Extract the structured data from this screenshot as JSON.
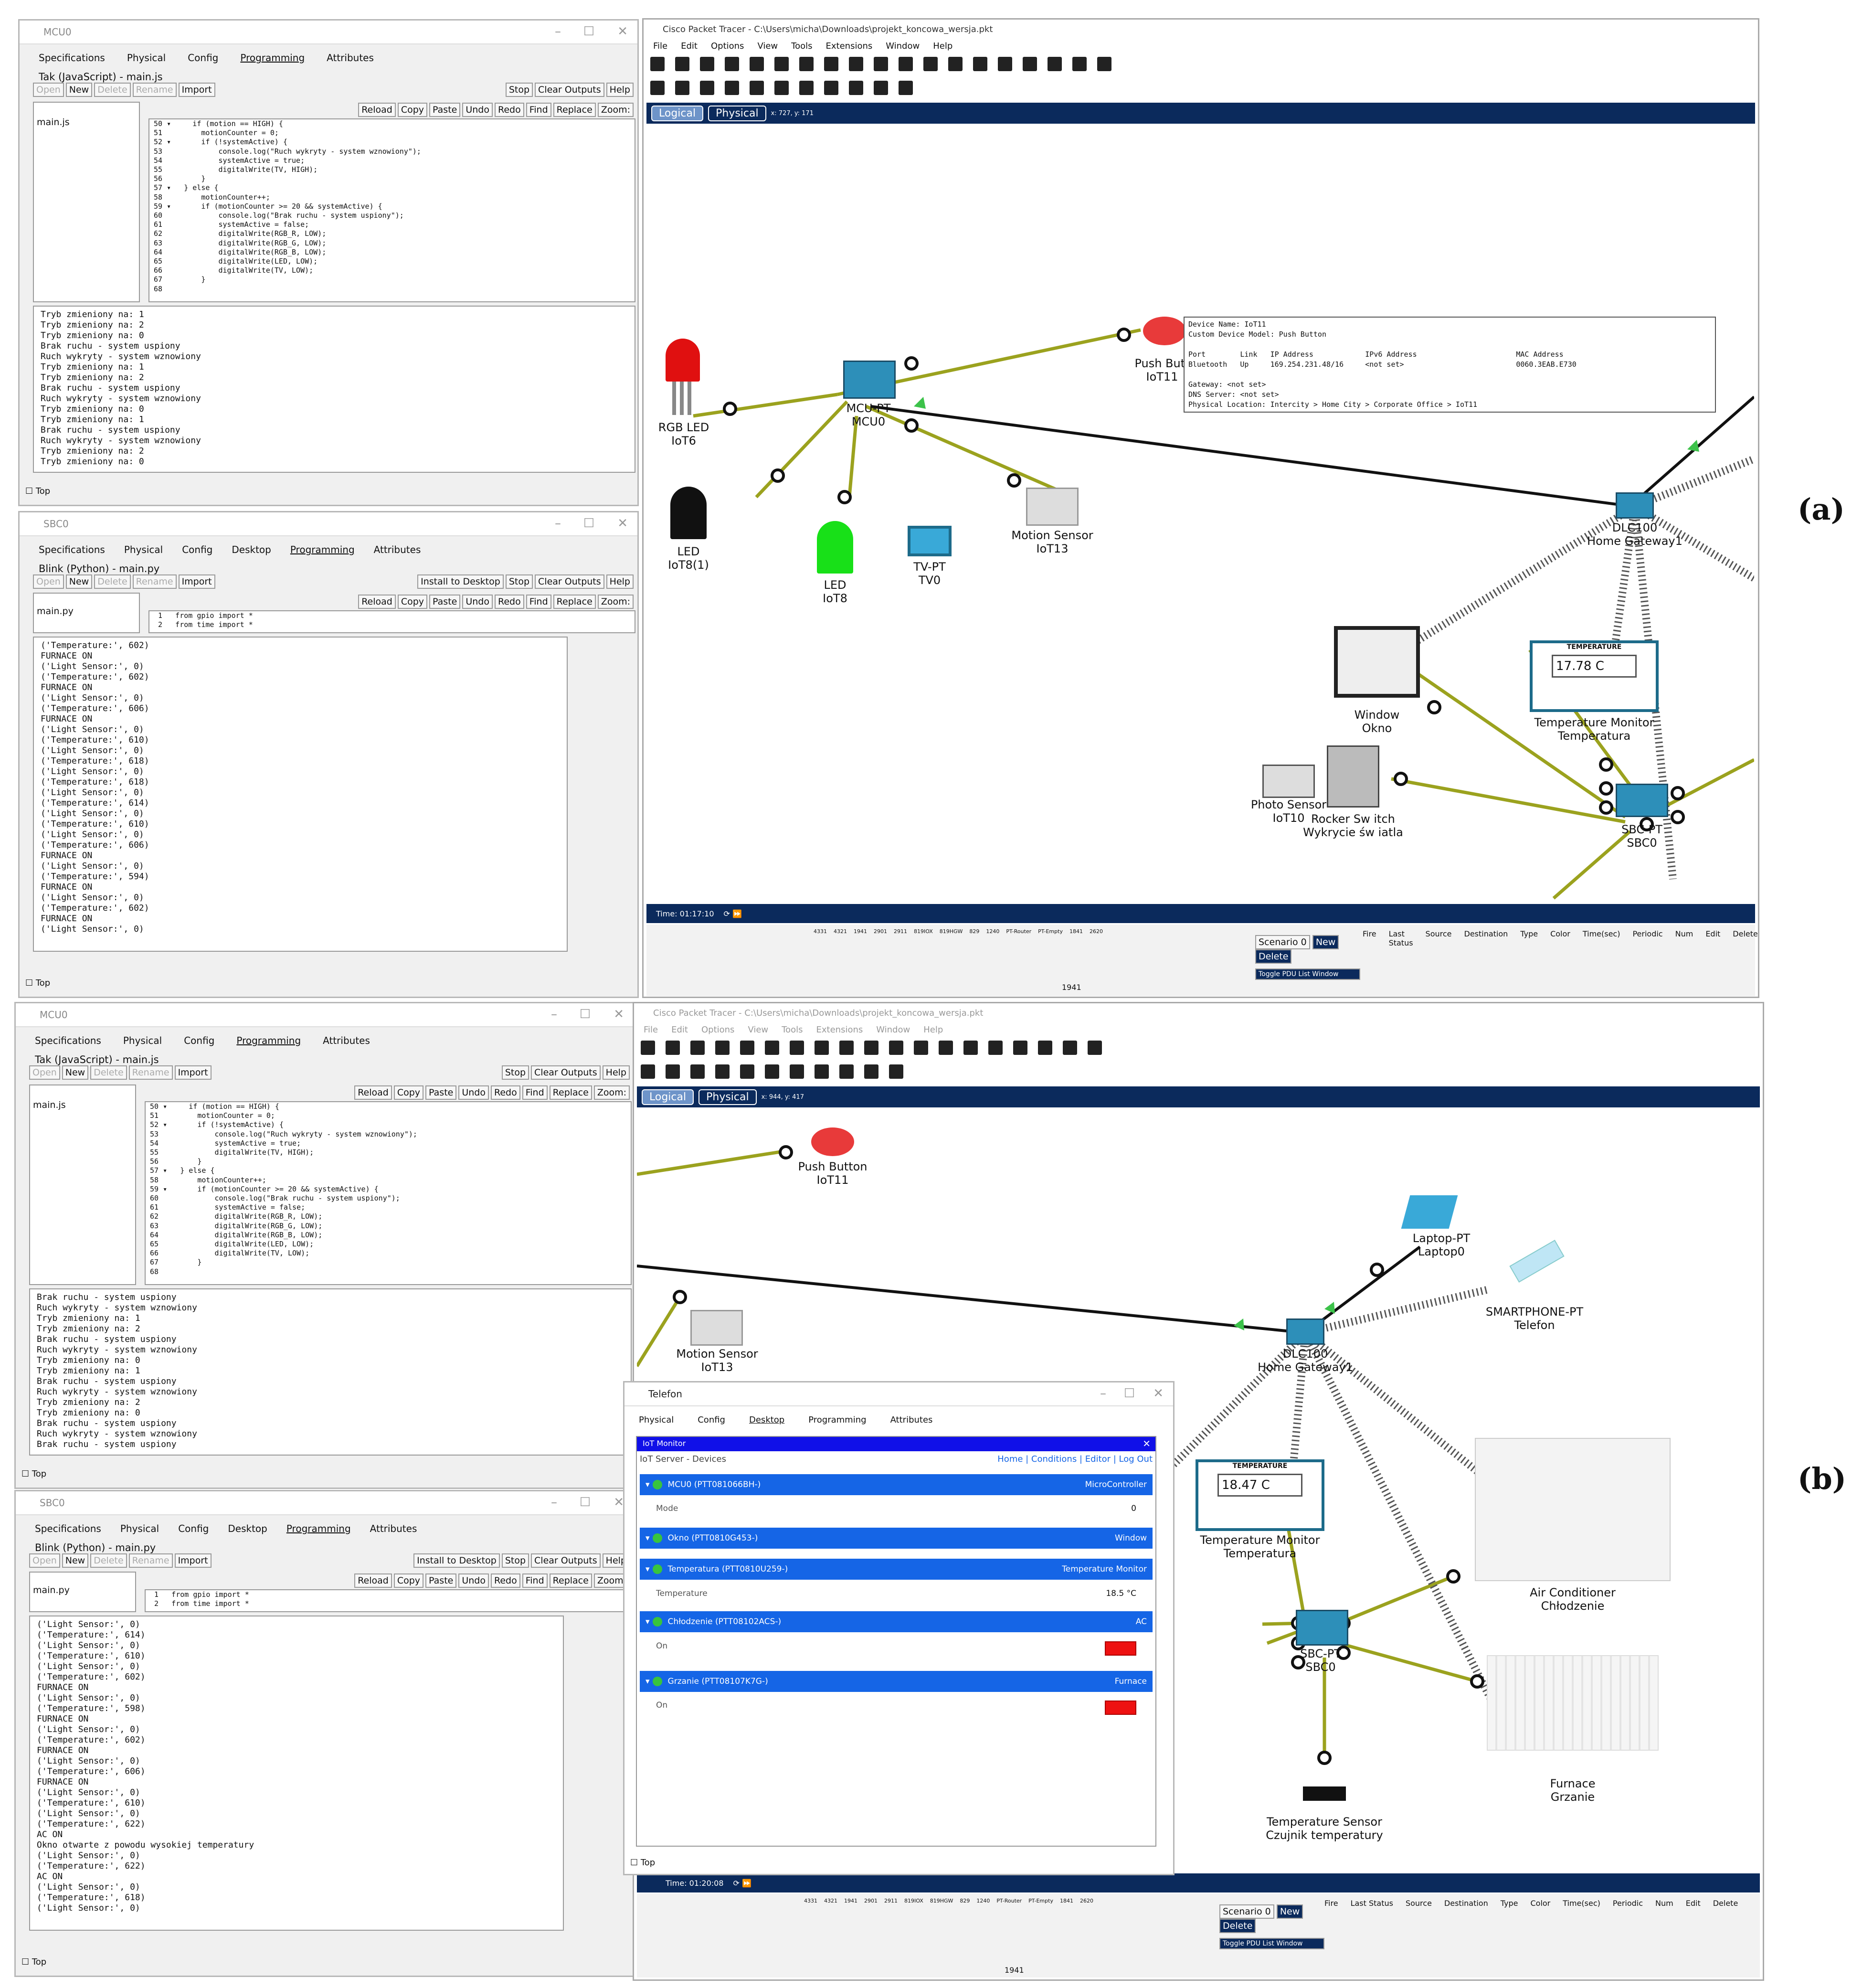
{
  "panels": {
    "a": "(a)",
    "b": "(b)"
  },
  "mcu_win": {
    "title": "MCU0",
    "tabs": [
      "Specifications",
      "Physical",
      "Config",
      "Programming",
      "Attributes"
    ],
    "project": "Tak (JavaScript) - main.js",
    "file_buttons": [
      "Open",
      "New",
      "Delete",
      "Rename",
      "Import"
    ],
    "right_buttons": [
      "Stop",
      "Clear Outputs",
      "Help"
    ],
    "edit_buttons": [
      "Reload",
      "Copy",
      "Paste",
      "Undo",
      "Redo",
      "Find",
      "Replace"
    ],
    "zoom": "Zoom:",
    "file": "main.js",
    "code": " 50 ▾     if (motion == HIGH) {\n 51         motionCounter = 0;\n 52 ▾       if (!systemActive) {\n 53             console.log(\"Ruch wykryty - system wznowiony\");\n 54             systemActive = true;\n 55             digitalWrite(TV, HIGH);\n 56         }\n 57 ▾   } else {\n 58         motionCounter++;\n 59 ▾       if (motionCounter >= 20 && systemActive) {\n 60             console.log(\"Brak ruchu - system uspiony\");\n 61             systemActive = false;\n 62             digitalWrite(RGB_R, LOW);\n 63             digitalWrite(RGB_G, LOW);\n 64             digitalWrite(RGB_B, LOW);\n 65             digitalWrite(LED, LOW);\n 66             digitalWrite(TV, LOW);\n 67         }\n 68",
    "output_a": "Tryb zmieniony na: 1\nTryb zmieniony na: 2\nTryb zmieniony na: 0\nBrak ruchu - system uspiony\nRuch wykryty - system wznowiony\nTryb zmieniony na: 1\nTryb zmieniony na: 2\nBrak ruchu - system uspiony\nRuch wykryty - system wznowiony\nTryb zmieniony na: 0\nTryb zmieniony na: 1\nBrak ruchu - system uspiony\nRuch wykryty - system wznowiony\nTryb zmieniony na: 2\nTryb zmieniony na: 0",
    "output_b": "Brak ruchu - system uspiony\nRuch wykryty - system wznowiony\nTryb zmieniony na: 1\nTryb zmieniony na: 2\nBrak ruchu - system uspiony\nRuch wykryty - system wznowiony\nTryb zmieniony na: 0\nTryb zmieniony na: 1\nBrak ruchu - system uspiony\nRuch wykryty - system wznowiony\nTryb zmieniony na: 2\nTryb zmieniony na: 0\nBrak ruchu - system uspiony\nRuch wykryty - system wznowiony\nBrak ruchu - system uspiony",
    "top": "Top"
  },
  "sbc_win": {
    "title": "SBC0",
    "tabs": [
      "Specifications",
      "Physical",
      "Config",
      "Desktop",
      "Programming",
      "Attributes"
    ],
    "project": "Blink (Python) - main.py",
    "install": "Install to Desktop",
    "file": "main.py",
    "code": "  1   from gpio import *\n  2   from time import *",
    "output_a": "('Temperature:', 602)\nFURNACE ON\n('Light Sensor:', 0)\n('Temperature:', 602)\nFURNACE ON\n('Light Sensor:', 0)\n('Temperature:', 606)\nFURNACE ON\n('Light Sensor:', 0)\n('Temperature:', 610)\n('Light Sensor:', 0)\n('Temperature:', 618)\n('Light Sensor:', 0)\n('Temperature:', 618)\n('Light Sensor:', 0)\n('Temperature:', 614)\n('Light Sensor:', 0)\n('Temperature:', 610)\n('Light Sensor:', 0)\n('Temperature:', 606)\nFURNACE ON\n('Light Sensor:', 0)\n('Temperature:', 594)\nFURNACE ON\n('Light Sensor:', 0)\n('Temperature:', 602)\nFURNACE ON\n('Light Sensor:', 0)",
    "output_b": "('Light Sensor:', 0)\n('Temperature:', 614)\n('Light Sensor:', 0)\n('Temperature:', 610)\n('Light Sensor:', 0)\n('Temperature:', 602)\nFURNACE ON\n('Light Sensor:', 0)\n('Temperature:', 598)\nFURNACE ON\n('Light Sensor:', 0)\n('Temperature:', 602)\nFURNACE ON\n('Light Sensor:', 0)\n('Temperature:', 606)\nFURNACE ON\n('Light Sensor:', 0)\n('Temperature:', 610)\n('Light Sensor:', 0)\n('Temperature:', 622)\nAC ON\nOkno otwarte z powodu wysokiej temperatury\n('Light Sensor:', 0)\n('Temperature:', 622)\nAC ON\n('Light Sensor:', 0)\n('Temperature:', 618)\n('Light Sensor:', 0)"
  },
  "pt": {
    "title": "Cisco Packet Tracer - C:\\Users\\micha\\Downloads\\projekt_koncowa_wersja.pkt",
    "menu": [
      "File",
      "Edit",
      "Options",
      "View",
      "Tools",
      "Extensions",
      "Window",
      "Help"
    ],
    "logical": "Logical",
    "physical": "Physical",
    "coords_a": "x: 727, y: 171",
    "coords_b": "x: 944, y: 417",
    "time_a": "Time: 01:17:10",
    "time_b": "Time: 01:20:08",
    "scenario": "Scenario 0",
    "new": "New",
    "delete": "Delete",
    "toggle": "Toggle PDU List Window",
    "pdu_cols": [
      "Fire",
      "Last Status",
      "Source",
      "Destination",
      "Type",
      "Color",
      "Time(sec)",
      "Periodic",
      "Num",
      "Edit",
      "Delete"
    ],
    "models": [
      "4331",
      "4321",
      "1941",
      "2901",
      "2911",
      "819IOX",
      "819HGW",
      "829",
      "1240",
      "PT-Router",
      "PT-Empty",
      "1841",
      "2620"
    ],
    "model_sel": "1941"
  },
  "devices_a": {
    "rgb": [
      "RGB LED",
      "IoT6"
    ],
    "mcu": [
      "MCU-PT",
      "MCU0"
    ],
    "push": [
      "Push Butt",
      "IoT11"
    ],
    "led1": [
      "LED",
      "IoT8(1)"
    ],
    "led": [
      "LED",
      "IoT8"
    ],
    "tv": [
      "TV-PT",
      "TV0"
    ],
    "motion": [
      "Motion Sensor",
      "IoT13"
    ],
    "gw": [
      "DLC100",
      "Home Gateway1"
    ],
    "window": [
      "Window",
      "Okno"
    ],
    "tempmon": [
      "Temperature Monitor",
      "Temperatura"
    ],
    "temp_val": "17.78 C",
    "temp_hdr": "TEMPERATURE",
    "photo": [
      "Photo Sensor",
      "IoT10"
    ],
    "rocker": [
      "Rocker Sw itch",
      "Wykrycie św iatla"
    ],
    "sbc": [
      "SBC-PT",
      "SBC0"
    ]
  },
  "tooltip": "Device Name: IoT11\nCustom Device Model: Push Button\n\nPort        Link   IP Address            IPv6 Address                       MAC Address\nBluetooth   Up     169.254.231.48/16     <not set>                          0060.3EAB.E730\n\nGateway: <not set>\nDNS Server: <not set>\nPhysical Location: Intercity > Home City > Corporate Office > IoT11",
  "devices_b": {
    "push": [
      "Push Button",
      "IoT11"
    ],
    "laptop": [
      "Laptop-PT",
      "Laptop0"
    ],
    "phone": [
      "SMARTPHONE-PT",
      "Telefon"
    ],
    "motion": [
      "Motion Sensor",
      "IoT13"
    ],
    "gw": [
      "DLC100",
      "Home Gateway1"
    ],
    "tempmon": [
      "Temperature Monitor",
      "Temperatura"
    ],
    "temp_val": "18.47 C",
    "ac": [
      "Air Conditioner",
      "Chłodzenie"
    ],
    "sbc": [
      "SBC-PT",
      "SBC0"
    ],
    "furnace": [
      "Furnace",
      "Grzanie"
    ],
    "tsensor": [
      "Temperature Sensor",
      "Czujnik temperatury"
    ]
  },
  "telefon": {
    "title": "Telefon",
    "tabs": [
      "Physical",
      "Config",
      "Desktop",
      "Programming",
      "Attributes"
    ],
    "monitor": "IoT Monitor",
    "server": "IoT Server - Devices",
    "links": "Home | Conditions | Editor | Log Out",
    "rows": [
      {
        "name": "MCU0 (PTT081066BH-)",
        "type": "MicroController",
        "field": "Mode",
        "value": "0"
      },
      {
        "name": "Okno (PTT0810G453-)",
        "type": "Window",
        "field": "",
        "value": ""
      },
      {
        "name": "Temperatura (PTT0810U259-)",
        "type": "Temperature Monitor",
        "field": "Temperature",
        "value": "18.5 °C"
      },
      {
        "name": "Chłodzenie (PTT08102ACS-)",
        "type": "AC",
        "field": "On",
        "value": ""
      },
      {
        "name": "Grzanie (PTT08107K7G-)",
        "type": "Furnace",
        "field": "On",
        "value": ""
      }
    ],
    "top": "Top"
  },
  "colors": {
    "link": "#9ba21e",
    "blue": "#0b2a5c",
    "accent": "#1565e6"
  }
}
